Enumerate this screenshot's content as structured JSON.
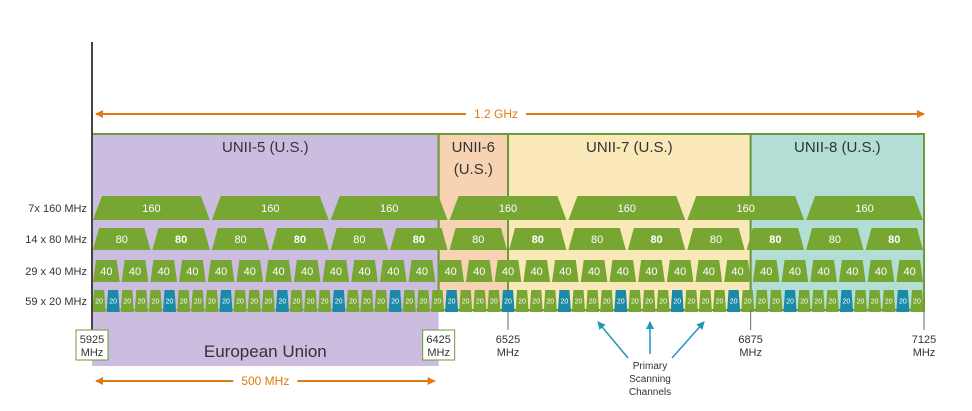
{
  "colors": {
    "unii5": "#ccbde0",
    "unii6": "#f7d3b3",
    "unii7": "#fbe8b8",
    "unii8": "#b2ded6",
    "band_border": "#6b9a3a",
    "channel_green": "#77a632",
    "channel_teal": "#1b8aa6",
    "span_orange": "#e07a12",
    "arrow_teal": "#2196b8",
    "axis": "#444444"
  },
  "freq_range": {
    "start": 5925,
    "end": 7125
  },
  "spectrum_span": {
    "label": "1.2 GHz"
  },
  "eu_span": {
    "label": "500 MHz",
    "start": 5925,
    "end": 6425
  },
  "bands": [
    {
      "name": "UNII-5 (U.S.)",
      "start": 5925,
      "end": 6425,
      "color_key": "unii5"
    },
    {
      "name": "UNII-6 (U.S.)",
      "start": 6425,
      "end": 6525,
      "color_key": "unii6"
    },
    {
      "name": "UNII-7 (U.S.)",
      "start": 6525,
      "end": 6875,
      "color_key": "unii7"
    },
    {
      "name": "UNII-8 (U.S.)",
      "start": 6875,
      "end": 7125,
      "color_key": "unii8"
    }
  ],
  "eu_region": {
    "label": "European Union"
  },
  "rows": [
    {
      "label": "7x 160 MHz",
      "count": 7,
      "text": "160"
    },
    {
      "label": "14 x 80 MHz",
      "count": 14,
      "text": "80",
      "bold_alternate": true
    },
    {
      "label": "29 x 40 MHz",
      "count": 29,
      "text": "40"
    },
    {
      "label": "59 x 20 MHz",
      "count": 59,
      "text": "20",
      "psc_every": 4,
      "psc_offset": 1
    }
  ],
  "freq_markers": [
    {
      "value": "5925",
      "unit": "MHz",
      "boxed": true,
      "box_color_key": "band_border"
    },
    {
      "value": "6425",
      "unit": "MHz",
      "boxed": true,
      "box_color_key": "band_border"
    },
    {
      "value": "6525",
      "unit": "MHz",
      "boxed": false
    },
    {
      "value": "6875",
      "unit": "MHz",
      "boxed": false
    },
    {
      "value": "7125",
      "unit": "MHz",
      "boxed": false
    }
  ],
  "psc_note": {
    "lines": [
      "Primary",
      "Scanning",
      "Channels"
    ]
  }
}
